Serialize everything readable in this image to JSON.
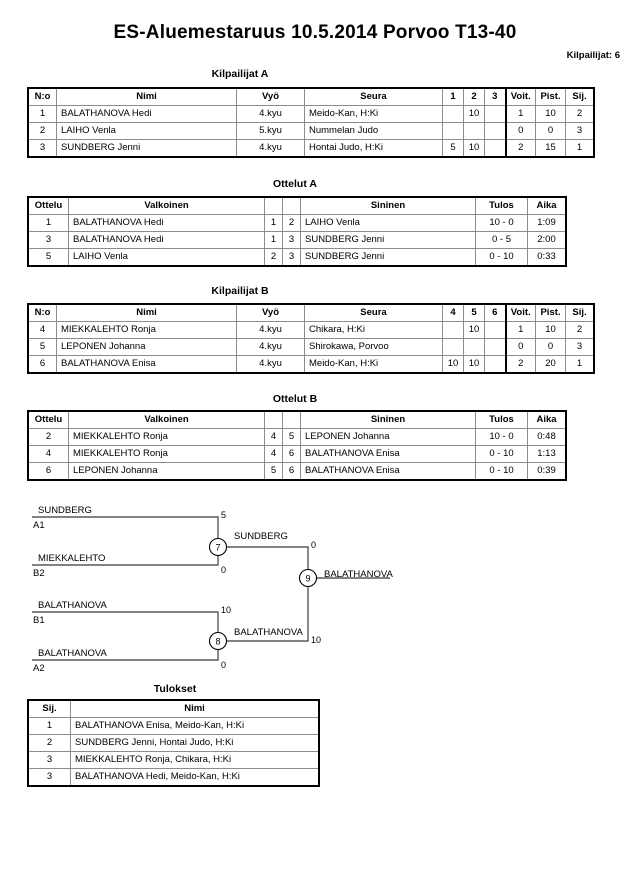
{
  "header": {
    "title": "ES-Aluemestaruus  10.5.2014  Porvoo   T13-40",
    "competitor_count_label": "Kilpailijat: 6"
  },
  "pool_a": {
    "caption": "Kilpailijat A",
    "columns": [
      "N:o",
      "Nimi",
      "Vyö",
      "Seura",
      "1",
      "2",
      "3",
      "Voit.",
      "Pist.",
      "Sij."
    ],
    "rows": [
      {
        "no": "1",
        "name": "BALATHANOVA Hedi",
        "belt": "4.kyu",
        "club": "Meido-Kan, H:Ki",
        "m1": "",
        "m2": "10",
        "m3": "",
        "wins": "1",
        "points": "10",
        "rank": "2"
      },
      {
        "no": "2",
        "name": "LAIHO Venla",
        "belt": "5.kyu",
        "club": "Nummelan Judo",
        "m1": "",
        "m2": "",
        "m3": "",
        "wins": "0",
        "points": "0",
        "rank": "3"
      },
      {
        "no": "3",
        "name": "SUNDBERG Jenni",
        "belt": "4.kyu",
        "club": "Hontai Judo, H:Ki",
        "m1": "5",
        "m2": "10",
        "m3": "",
        "wins": "2",
        "points": "15",
        "rank": "1"
      }
    ]
  },
  "matches_a": {
    "caption": "Ottelut A",
    "columns": [
      "Ottelu",
      "Valkoinen",
      "",
      "",
      "Sininen",
      "Tulos",
      "Aika"
    ],
    "rows": [
      {
        "no": "1",
        "white": "BALATHANOVA Hedi",
        "white_no": "1",
        "blue_no": "2",
        "blue": "LAIHO Venla",
        "result": "10 - 0",
        "time": "1:09"
      },
      {
        "no": "3",
        "white": "BALATHANOVA Hedi",
        "white_no": "1",
        "blue_no": "3",
        "blue": "SUNDBERG Jenni",
        "result": "0 - 5",
        "time": "2:00"
      },
      {
        "no": "5",
        "white": "LAIHO Venla",
        "white_no": "2",
        "blue_no": "3",
        "blue": "SUNDBERG Jenni",
        "result": "0 - 10",
        "time": "0:33"
      }
    ]
  },
  "pool_b": {
    "caption": "Kilpailijat B",
    "columns": [
      "N:o",
      "Nimi",
      "Vyö",
      "Seura",
      "4",
      "5",
      "6",
      "Voit.",
      "Pist.",
      "Sij."
    ],
    "rows": [
      {
        "no": "4",
        "name": "MIEKKALEHTO Ronja",
        "belt": "4.kyu",
        "club": "Chikara, H:Ki",
        "m1": "",
        "m2": "10",
        "m3": "",
        "wins": "1",
        "points": "10",
        "rank": "2"
      },
      {
        "no": "5",
        "name": "LEPONEN Johanna",
        "belt": "4.kyu",
        "club": "Shirokawa, Porvoo",
        "m1": "",
        "m2": "",
        "m3": "",
        "wins": "0",
        "points": "0",
        "rank": "3"
      },
      {
        "no": "6",
        "name": "BALATHANOVA Enisa",
        "belt": "4.kyu",
        "club": "Meido-Kan, H:Ki",
        "m1": "10",
        "m2": "10",
        "m3": "",
        "wins": "2",
        "points": "20",
        "rank": "1"
      }
    ]
  },
  "matches_b": {
    "caption": "Ottelut B",
    "columns": [
      "Ottelu",
      "Valkoinen",
      "",
      "",
      "Sininen",
      "Tulos",
      "Aika"
    ],
    "rows": [
      {
        "no": "2",
        "white": "MIEKKALEHTO Ronja",
        "white_no": "4",
        "blue_no": "5",
        "blue": "LEPONEN Johanna",
        "result": "10 - 0",
        "time": "0:48"
      },
      {
        "no": "4",
        "white": "MIEKKALEHTO Ronja",
        "white_no": "4",
        "blue_no": "6",
        "blue": "BALATHANOVA Enisa",
        "result": "0 - 10",
        "time": "1:13"
      },
      {
        "no": "6",
        "white": "LEPONEN Johanna",
        "white_no": "5",
        "blue_no": "6",
        "blue": "BALATHANOVA Enisa",
        "result": "0 - 10",
        "time": "0:39"
      }
    ]
  },
  "bracket": {
    "entries": [
      {
        "name": "SUNDBERG",
        "seed": "A1",
        "score": "5"
      },
      {
        "name": "MIEKKALEHTO",
        "seed": "B2",
        "score": "0"
      },
      {
        "name": "BALATHANOVA",
        "seed": "B1",
        "score": "10"
      },
      {
        "name": "BALATHANOVA",
        "seed": "A2",
        "score": "0"
      }
    ],
    "semifinals": [
      {
        "number": "7",
        "winner": "SUNDBERG",
        "winner_score": "0"
      },
      {
        "number": "8",
        "winner": "BALATHANOVA",
        "winner_score": "10"
      }
    ],
    "final": {
      "number": "9",
      "winner": "BALATHANOVA"
    }
  },
  "results": {
    "caption": "Tulokset",
    "columns": [
      "Sij.",
      "Nimi"
    ],
    "rows": [
      {
        "rank": "1",
        "name": "BALATHANOVA Enisa, Meido-Kan, H:Ki"
      },
      {
        "rank": "2",
        "name": "SUNDBERG Jenni, Hontai Judo, H:Ki"
      },
      {
        "rank": "3",
        "name": "MIEKKALEHTO Ronja, Chikara, H:Ki"
      },
      {
        "rank": "3",
        "name": "BALATHANOVA Hedi, Meido-Kan, H:Ki"
      }
    ]
  }
}
